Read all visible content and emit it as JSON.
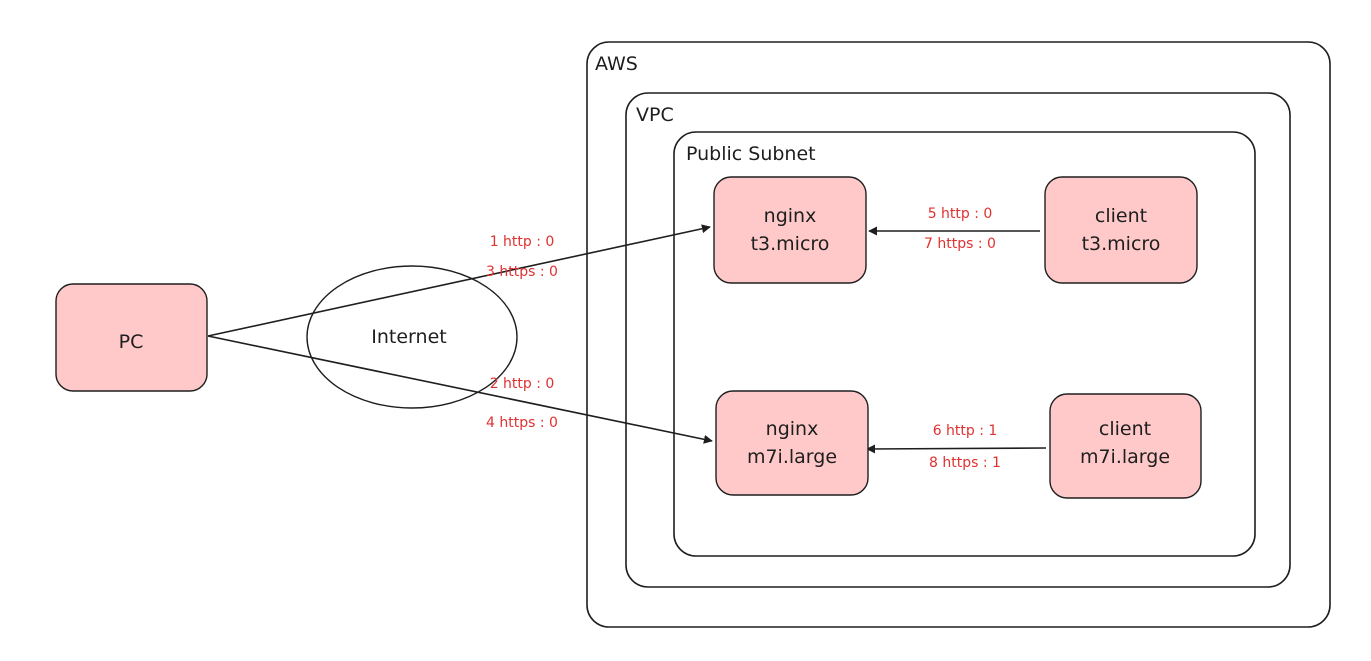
{
  "containers": {
    "aws": "AWS",
    "vpc": "VPC",
    "subnet": "Public Subnet"
  },
  "nodes": {
    "pc": "PC",
    "internet": "Internet",
    "nginx_micro": [
      "nginx",
      "t3.micro"
    ],
    "nginx_large": [
      "nginx",
      "m7i.large"
    ],
    "client_micro": [
      "client",
      "t3.micro"
    ],
    "client_large": [
      "client",
      "m7i.large"
    ]
  },
  "edges": {
    "pc_to_nginx_micro": [
      "1 http : 0",
      "3 https : 0"
    ],
    "pc_to_nginx_large": [
      "2 http : 0",
      "4 https : 0"
    ],
    "client_micro_to_nginx_micro": [
      "5 http : 0",
      "7 https : 0"
    ],
    "client_large_to_nginx_large": [
      "6 http : 1",
      "8 https : 1"
    ]
  },
  "colors": {
    "node_fill": "#ffc9c9",
    "stroke": "#1e1e1e",
    "edge_label": "#e03131"
  }
}
